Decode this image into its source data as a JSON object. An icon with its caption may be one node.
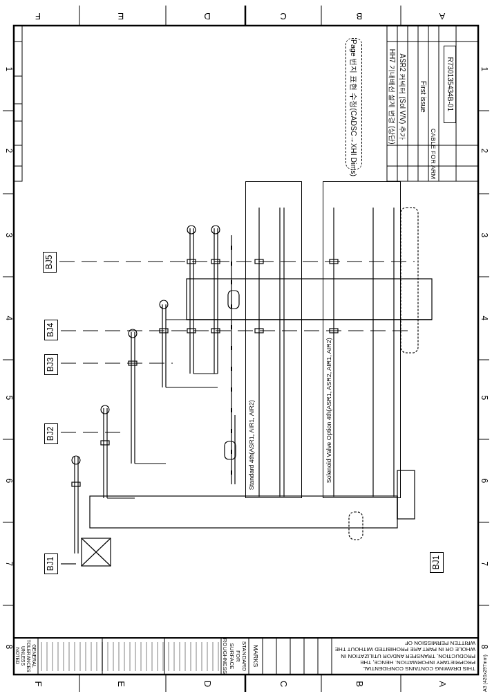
{
  "diagram": {
    "nodes": [
      {
        "text": [
          "BJ5"
        ]
      },
      {
        "text": [
          "BJ4"
        ]
      },
      {
        "text": [
          "BJ3"
        ]
      },
      {
        "text": [
          "BJ2"
        ]
      },
      {
        "text": [
          "BJ1"
        ]
      },
      {
        "text": [
          "BJ1"
        ]
      },
      {
        "text": [
          "Standard 4th(ASR1, AIR1, AIR2)"
        ]
      },
      {
        "text": [
          "Solenoid Valve Option 4th(ASR1, ASR2, AIR1, AIR2)"
        ]
      },
      {
        "text": [
          "Page 번지 표현 수정(CADSC→XHI Dims)"
        ]
      },
      {
        "text": [
          "R730135434B-01"
        ]
      }
    ],
    "labels": [
      "F",
      "E",
      "D",
      "C",
      "B",
      "A",
      "1",
      "2",
      "3",
      "4",
      "5",
      "6",
      "7",
      "8",
      "1",
      "2",
      "3",
      "4",
      "5",
      "6",
      "7",
      "8",
      "F",
      "E",
      "D",
      "C",
      "B",
      "A",
      "HH7 기내배선 설계 변경 (상단)",
      "ASR2 커넥터 (Sol V/V) 추가",
      "First issue",
      "CABLE FOR ARM",
      "GENERAL TOLERANCES UNLESS NOTED",
      "STANDARD FOR SURFACE ROUGHNESS",
      "MARKS",
      "THIS DRAWING CONTAINS CONFIDENTIAL PROPRIETARY INFORMATION. HENCE, THE PRODUCTION, TRANSFER AND/OR UTILIZATION IN WHOLE OR IN PART ARE PROHIBITED WITHOUT THE WRITTEN PERMISSION OF",
      "A3 (420x297mm)"
    ]
  }
}
